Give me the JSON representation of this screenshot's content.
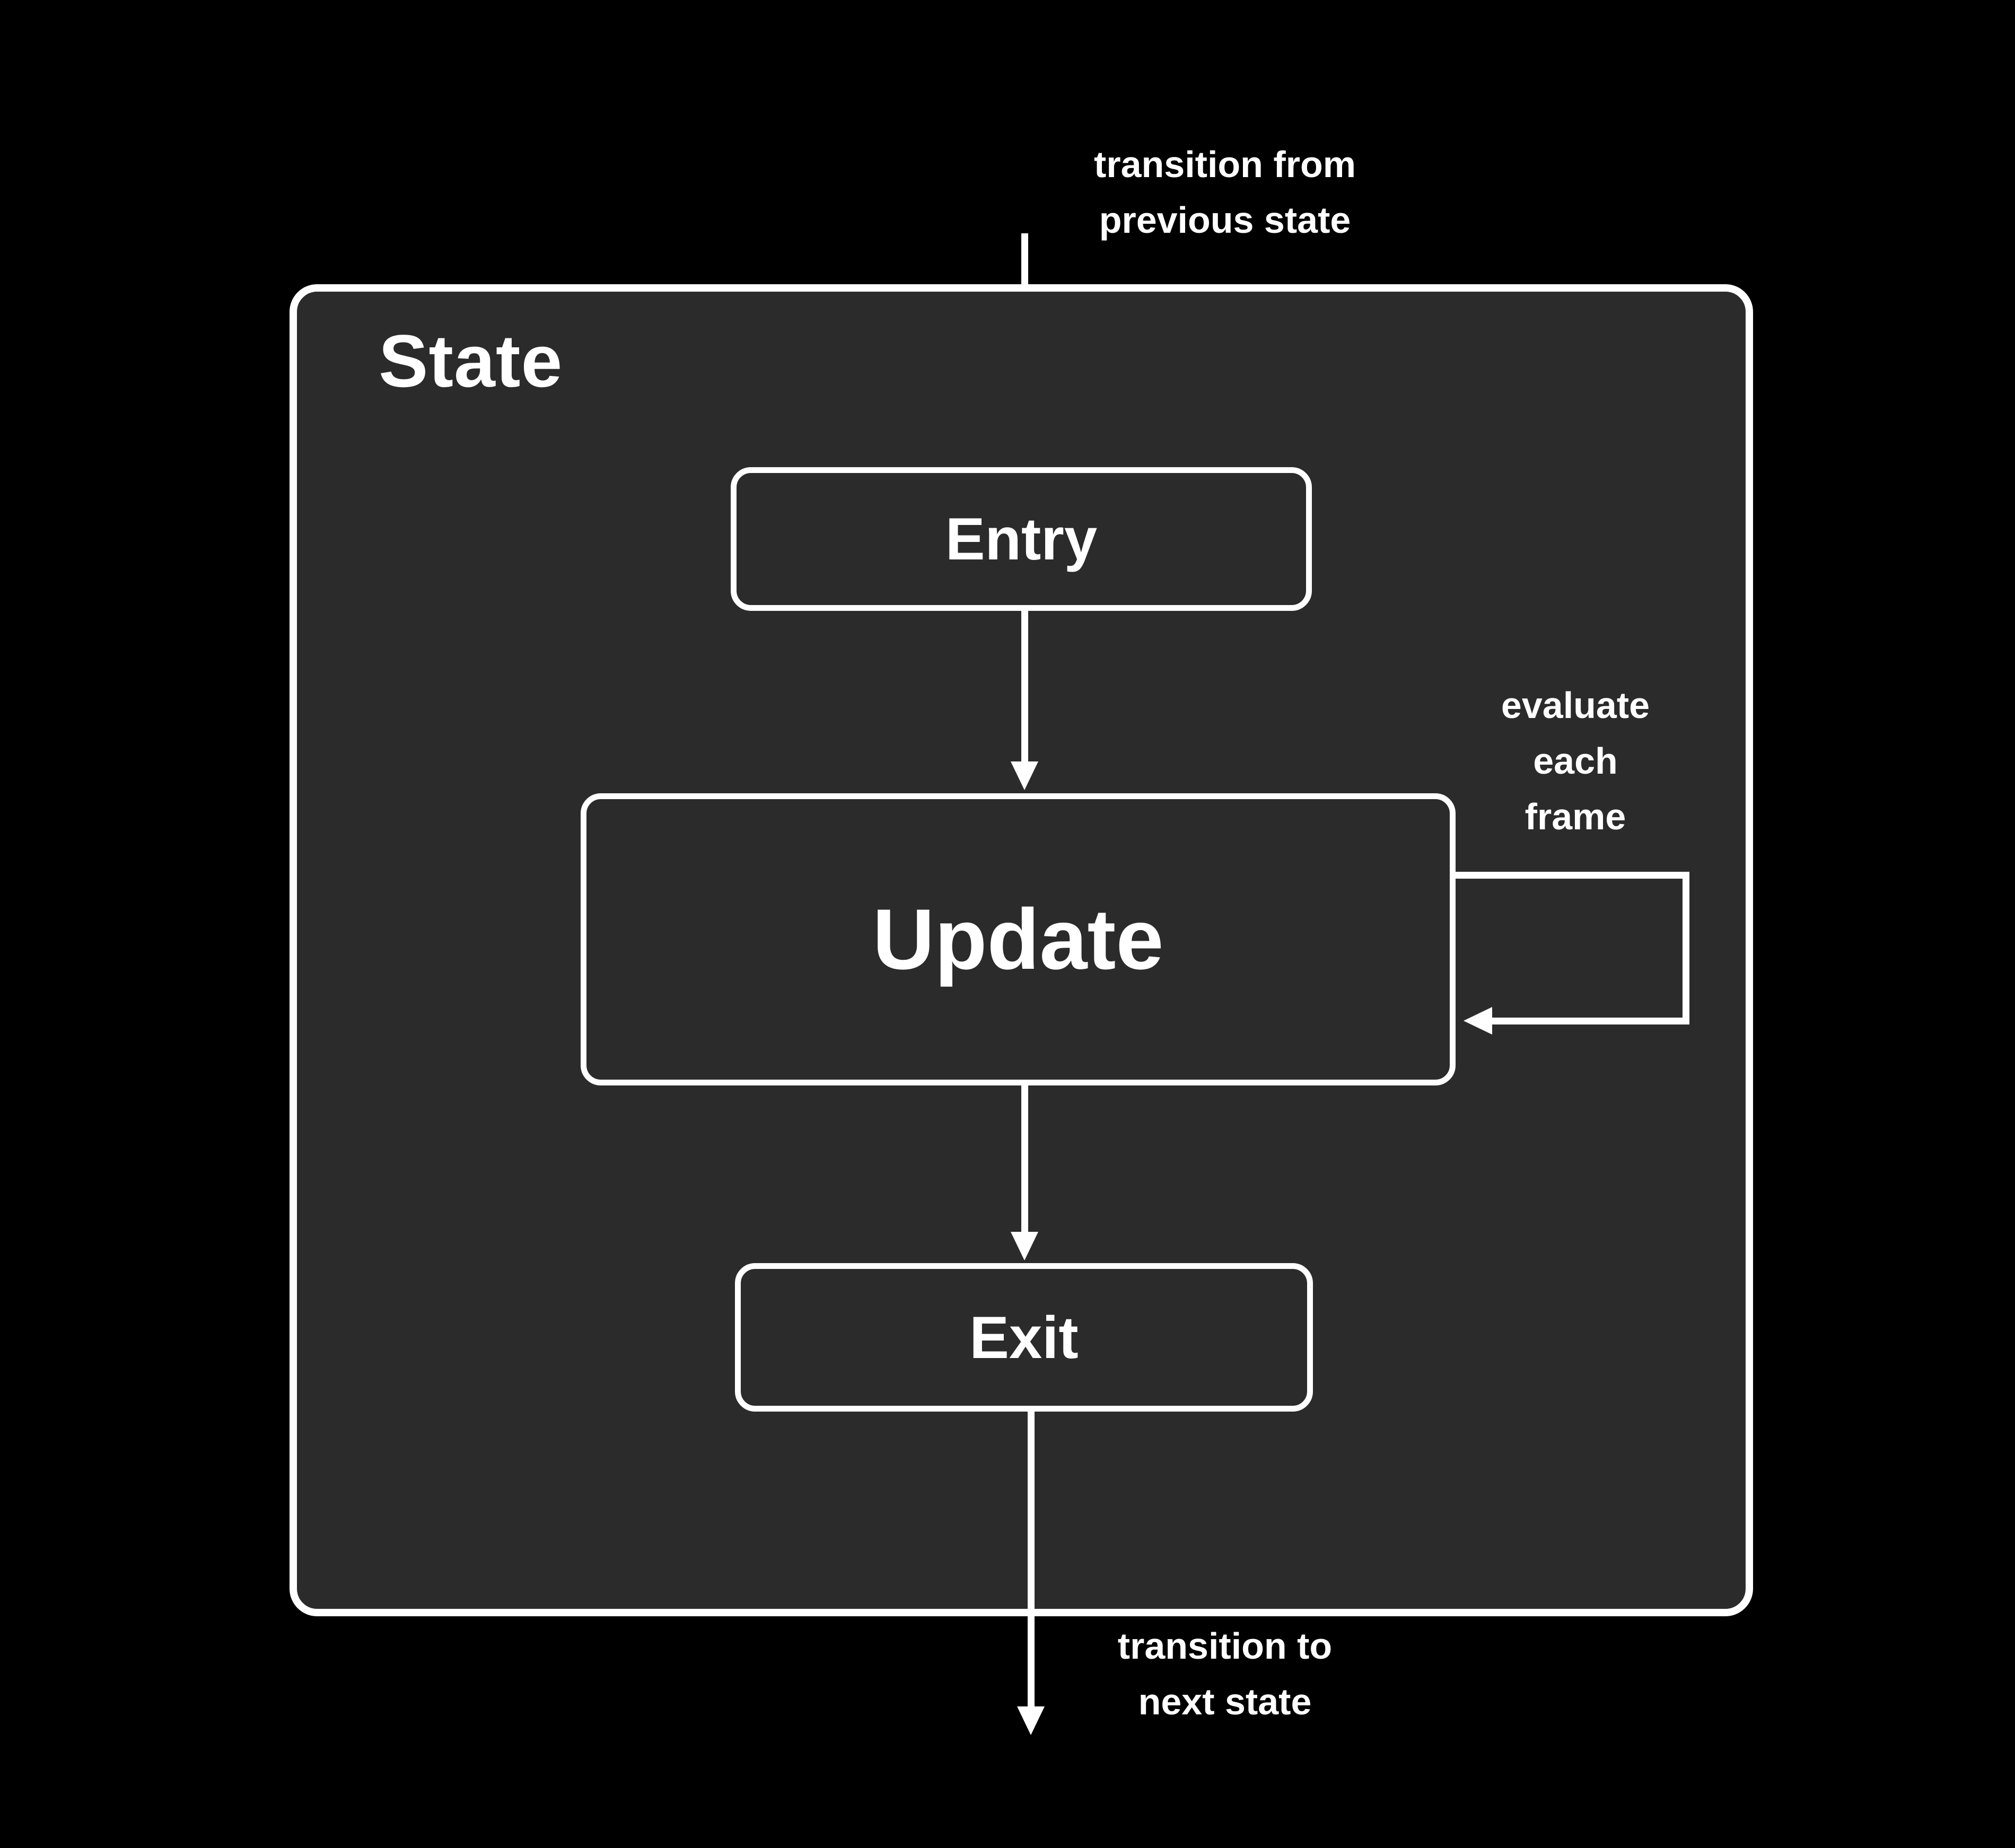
{
  "colors": {
    "background": "#000000",
    "panel_fill": "#2b2b2b",
    "stroke": "#ffffff",
    "text": "#ffffff"
  },
  "diagram": {
    "state_title": "State",
    "nodes": [
      {
        "id": "entry",
        "label": "Entry"
      },
      {
        "id": "update",
        "label": "Update"
      },
      {
        "id": "exit",
        "label": "Exit"
      }
    ],
    "annotations": {
      "transition_from": "transition from\nprevious state",
      "evaluate_each_frame": "evaluate\neach\nframe",
      "transition_to": "transition to\nnext state"
    }
  }
}
